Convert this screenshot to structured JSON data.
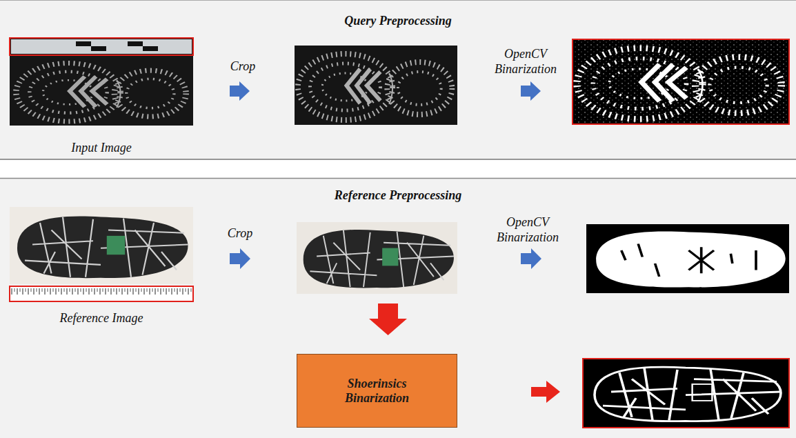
{
  "diagram": {
    "nodes": [
      {
        "text": [
          "Query Preprocessing"
        ]
      },
      {
        "text": [
          "Input Image"
        ],
        "in": 0
      },
      {
        "text": [
          "Reference Preprocessing"
        ]
      },
      {
        "text": [
          "Reference Image"
        ],
        "in": 2
      },
      {
        "text": [
          "Shoerinsics Binarization"
        ],
        "in": 2
      }
    ],
    "labels": [
      "Crop",
      "OpenCV Binarization",
      "Crop",
      "OpenCV Binarization"
    ]
  }
}
